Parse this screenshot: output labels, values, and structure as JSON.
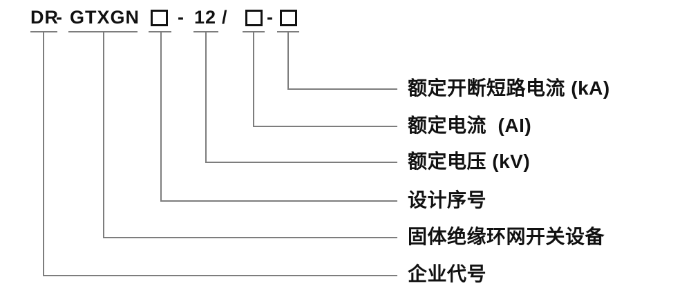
{
  "colors": {
    "text": "#111111",
    "line": "#7d7d7d",
    "background": "#ffffff"
  },
  "model_code": {
    "prefix": "DR",
    "dash": "-",
    "series": "GTXGN",
    "placeholder_symbol": "□",
    "rated_voltage_value": "12",
    "slash": "/"
  },
  "callouts": {
    "breaking_current": {
      "label": "额定开断短路电流 (kA)"
    },
    "rated_current": {
      "label": "额定电流  (AI)"
    },
    "rated_voltage": {
      "label": "额定电压 (kV)"
    },
    "design_serial": {
      "label": "设计序号"
    },
    "switchgear_type": {
      "label": "固体绝缘环网开关设备"
    },
    "company_code": {
      "label": "企业代号"
    }
  }
}
